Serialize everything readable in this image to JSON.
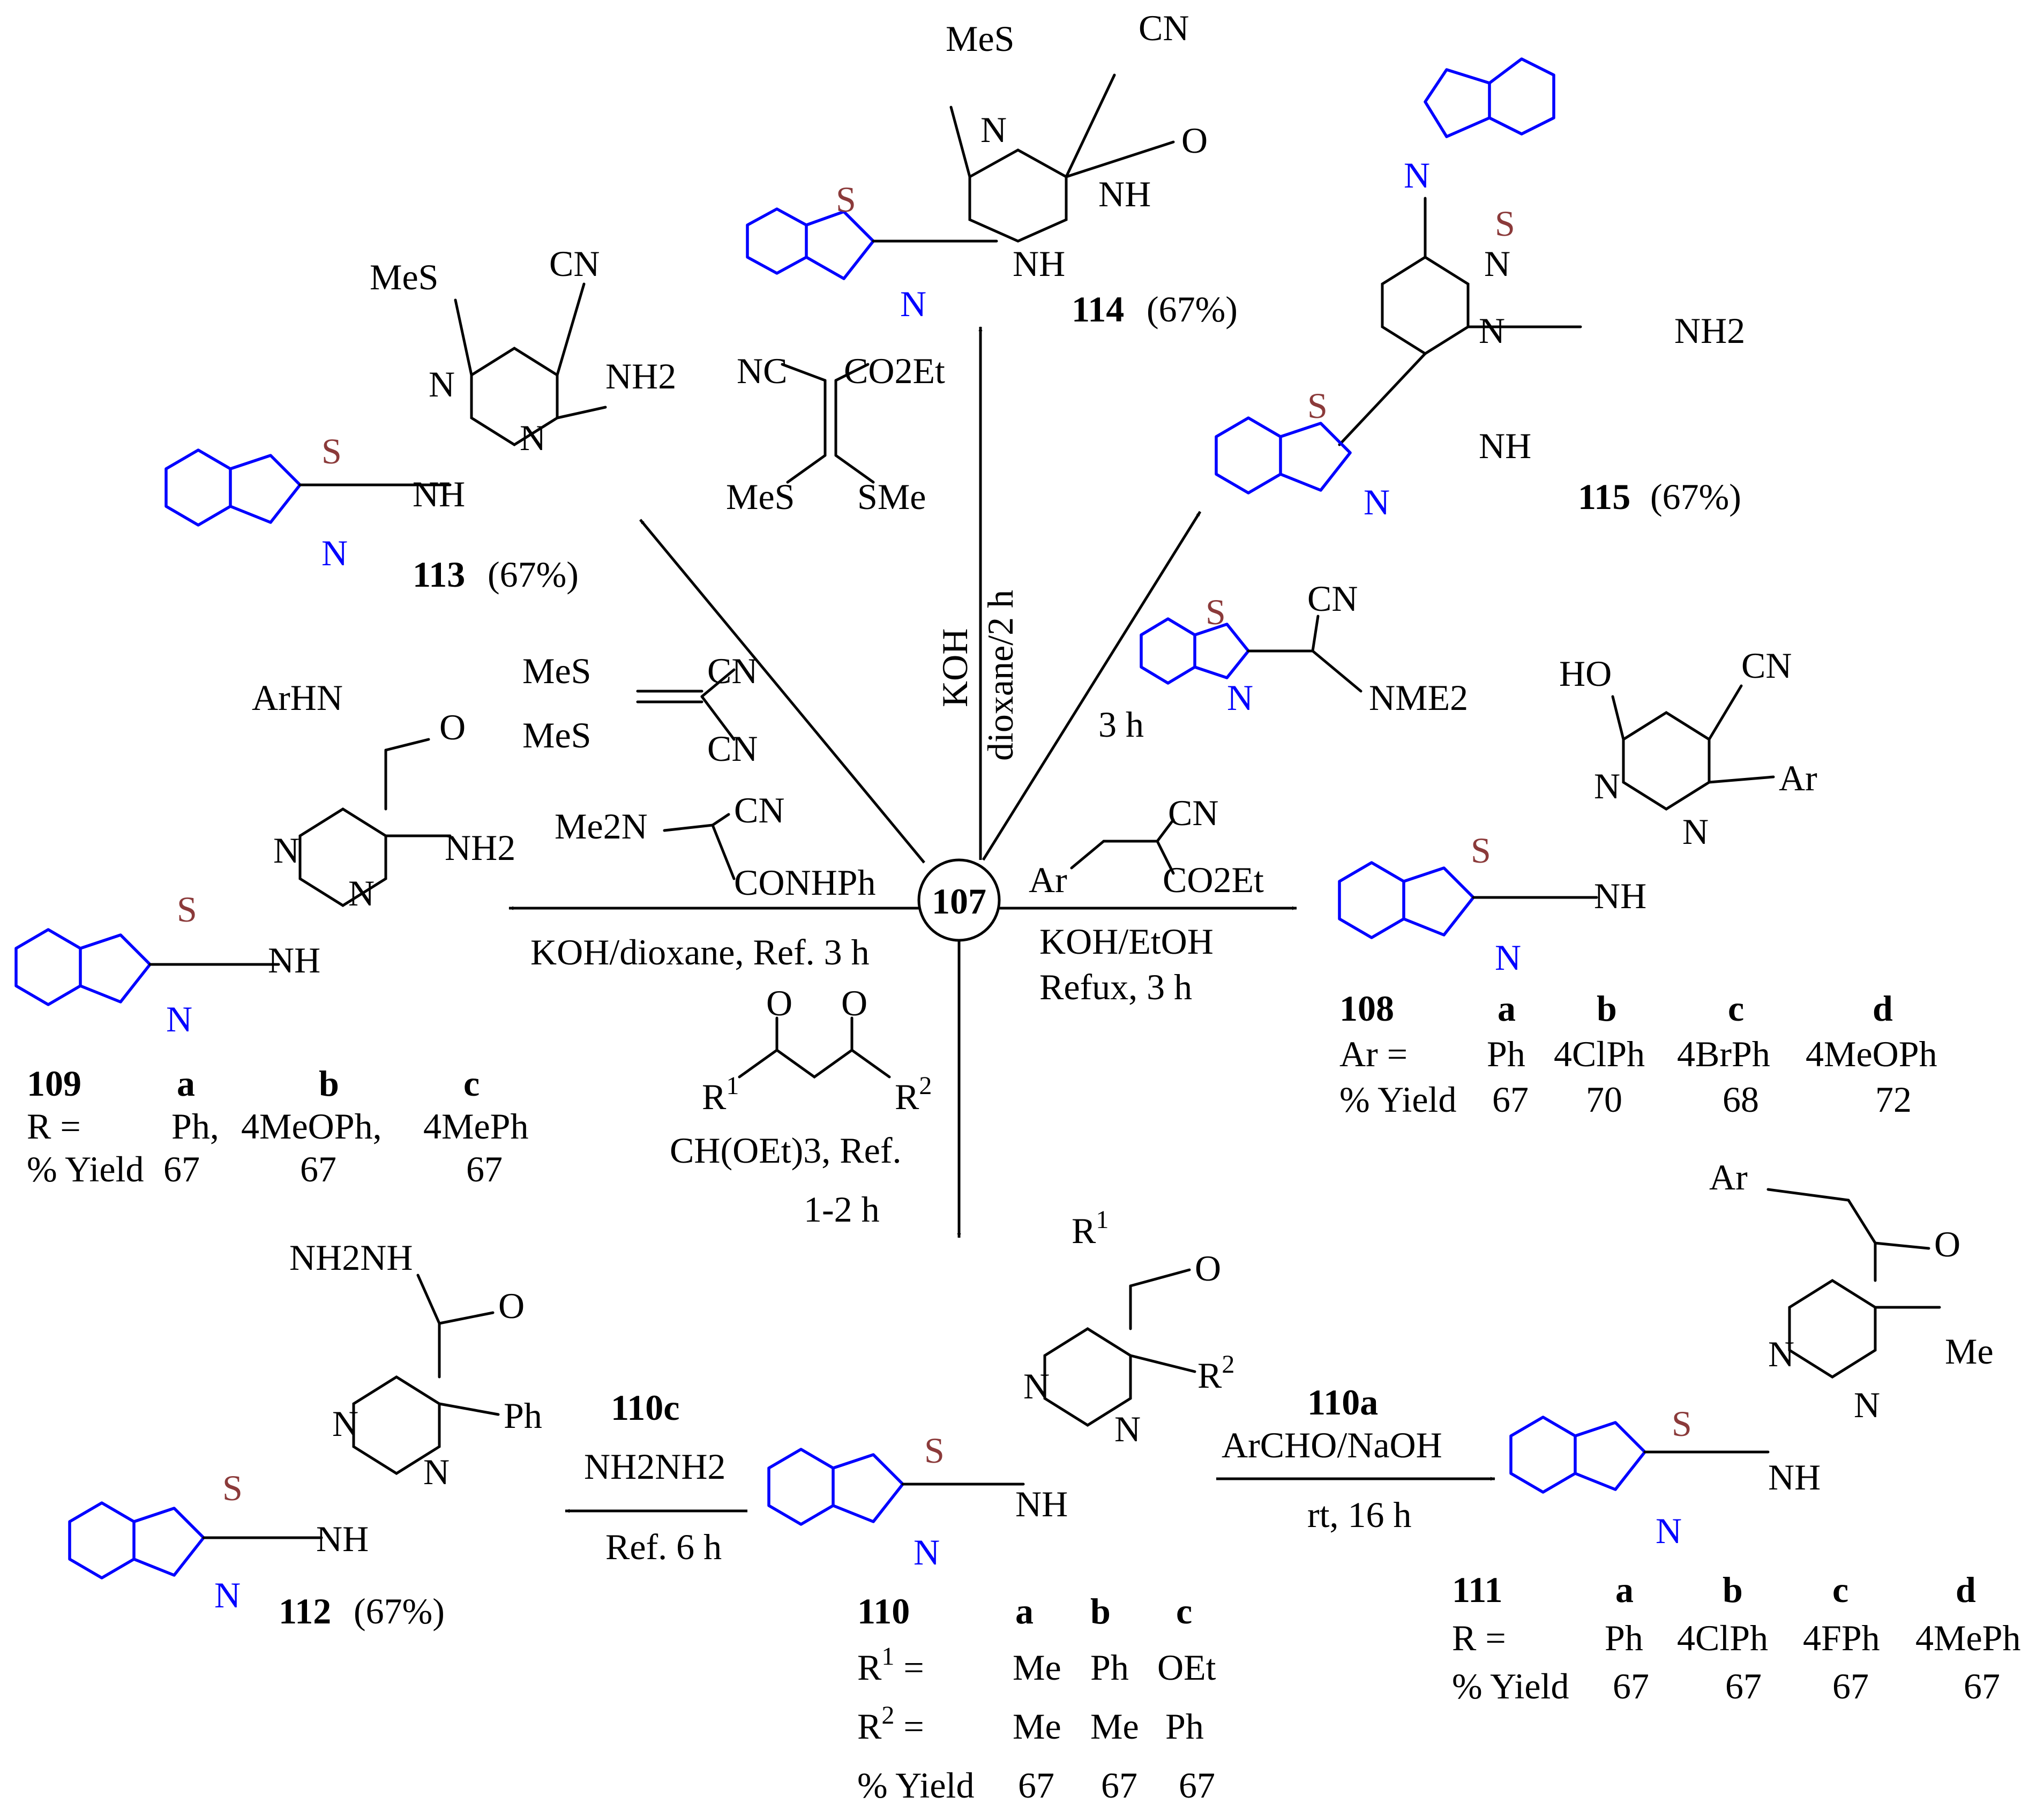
{
  "center": "107",
  "products": {
    "p113": {
      "id": "113",
      "yield": "(67%)",
      "sub_top": "MeS",
      "sub_right_top": "CN",
      "sub_right": "NH2"
    },
    "p114": {
      "id": "114",
      "yield": "(67%)",
      "sub_top": "MeS",
      "sub_right_top": "CN",
      "sub_right": "O",
      "nh": "NH"
    },
    "p115": {
      "id": "115",
      "yield": "(67%)",
      "sub_right": "NH2"
    },
    "p109": {
      "id": "109",
      "amide": "ArHN",
      "o": "O",
      "sub_right": "NH2",
      "table": {
        "cols": [
          "a",
          "b",
          "c"
        ],
        "r_label": "R =",
        "r_vals": [
          "Ph,",
          "4MeOPh,",
          "4MePh"
        ],
        "y_label": "% Yield",
        "y_vals": [
          "67",
          "67",
          "67"
        ]
      }
    },
    "p108": {
      "id": "108",
      "ho": "HO",
      "cn": "CN",
      "ar": "Ar",
      "table": {
        "cols": [
          "a",
          "b",
          "c",
          "d"
        ],
        "r_label": "Ar =",
        "r_vals": [
          "Ph",
          "4ClPh",
          "4BrPh",
          "4MeOPh"
        ],
        "y_label": "% Yield",
        "y_vals": [
          "67",
          "70",
          "68",
          "72"
        ]
      }
    },
    "p110": {
      "id": "110",
      "r1": "R",
      "r2": "R",
      "o": "O",
      "table": {
        "cols": [
          "a",
          "b",
          "c"
        ],
        "r1_label": "R",
        "r1_vals": [
          "Me",
          "Ph",
          "OEt"
        ],
        "r2_label": "R",
        "r2_vals": [
          "Me",
          "Me",
          "Ph"
        ],
        "y_label": "% Yield",
        "y_vals": [
          "67",
          "67",
          "67"
        ]
      }
    },
    "p111": {
      "id": "111",
      "ar": "Ar",
      "o": "O",
      "me": "Me",
      "table": {
        "cols": [
          "a",
          "b",
          "c",
          "d"
        ],
        "r_label": "R =",
        "r_vals": [
          "Ph",
          "4ClPh",
          "4FPh",
          "4MePh"
        ],
        "y_label": "% Yield",
        "y_vals": [
          "67",
          "67",
          "67",
          "67"
        ]
      }
    },
    "p112": {
      "id": "112",
      "yield": "(67%)",
      "hydrazide": "NH2NH",
      "o": "O",
      "ph": "Ph"
    }
  },
  "conditions": {
    "c114": {
      "reagent_nc": "NC",
      "reagent_co2et": "CO2Et",
      "reagent_mes": "MeS",
      "reagent_sme": "SMe",
      "line1": "KOH",
      "line2": "dioxane/2 h"
    },
    "c115": {
      "time": "3 h",
      "reagent_cn": "CN",
      "reagent_nme2": "NME2"
    },
    "c113": {
      "reagent_mes1": "MeS",
      "reagent_mes2": "MeS",
      "reagent_cn1": "CN",
      "reagent_cn2": "CN"
    },
    "c109": {
      "reagent_me2n": "Me2N",
      "reagent_cn": "CN",
      "reagent_conhph": "CONHPh",
      "line": "KOH/dioxane, Ref. 3 h"
    },
    "c108": {
      "reagent_ar": "Ar",
      "reagent_cn": "CN",
      "reagent_co2et": "CO2Et",
      "line1": "KOH/EtOH",
      "line2": "Refux, 3 h"
    },
    "c110": {
      "o1": "O",
      "o2": "O",
      "r1": "R",
      "r2": "R",
      "line1": "CH(OEt)3, Ref.",
      "line2": "1-2 h"
    },
    "c111": {
      "start": "110a",
      "line1": "ArCHO/NaOH",
      "line2": "rt, 16 h"
    },
    "c112": {
      "start": "110c",
      "line1": "NH2NH2",
      "line2": "Ref. 6 h"
    }
  },
  "atoms": {
    "S": "S",
    "N": "N",
    "NH": "NH"
  }
}
